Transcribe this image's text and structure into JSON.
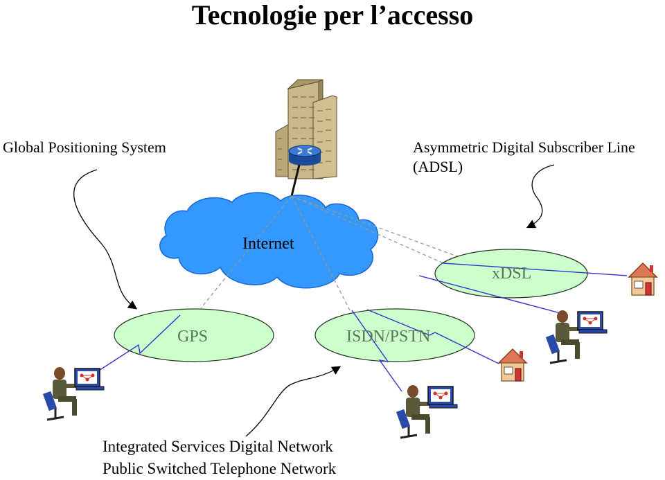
{
  "title": "Tecnologie per l’accesso",
  "labels": {
    "gps_full": "Global Positioning System",
    "adsl_line1": "Asymmetric Digital Subscriber Line",
    "adsl_line2": "(ADSL)",
    "isdn_line1": "Integrated Services Digital Network",
    "isdn_line2": "Public Switched Telephone Network"
  },
  "networks": {
    "internet": "Internet",
    "xdsl": "xDSL",
    "gps": "GPS",
    "isdn": "ISDN/PSTN"
  },
  "colors": {
    "cloud": "#3399ff",
    "ellipse_fill": "#ccffcc",
    "building": "#c8b88a",
    "router": "#2266cc",
    "link_blue": "#3333cc",
    "dashed": "#999999",
    "house_wall": "#f5c89a",
    "house_roof": "#dd7755"
  }
}
